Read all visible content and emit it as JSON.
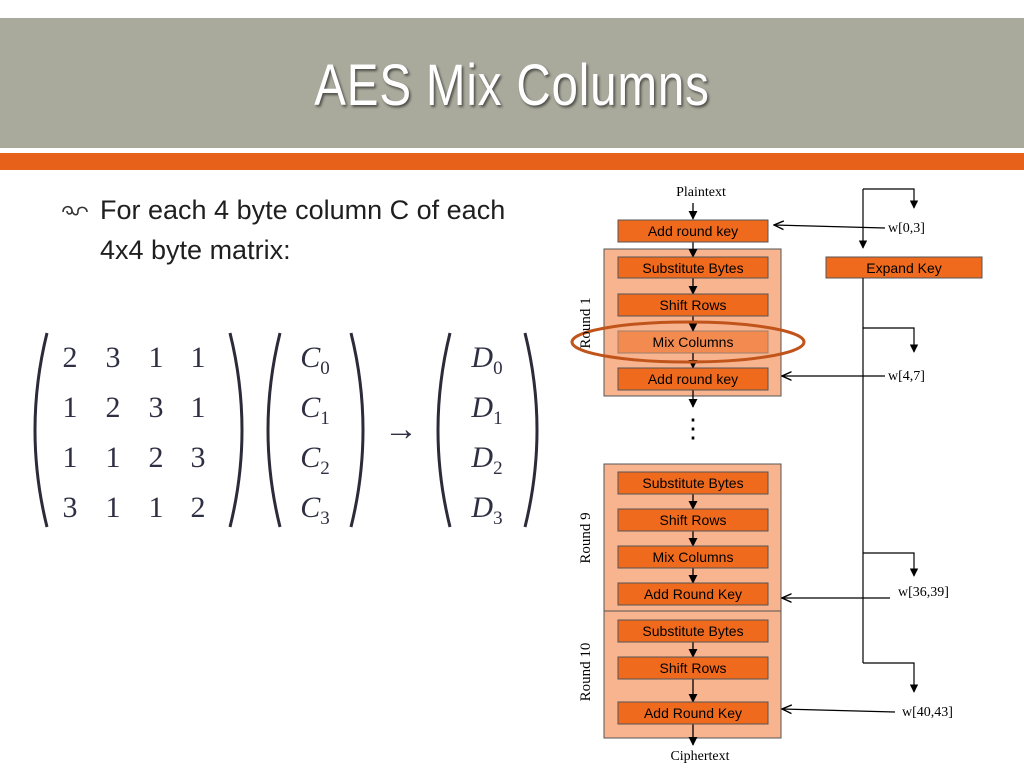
{
  "slide": {
    "title": "AES Mix Columns",
    "bullet": "For each 4 byte column C of each 4x4 byte matrix:"
  },
  "colors": {
    "title_bar": "#a9aa9c",
    "accent_stripe": "#e8611a",
    "round_box_fill": "#f7b48e",
    "step_box_fill": "#f06a1e",
    "highlight_ring": "#c1541a"
  },
  "matrix": {
    "rows": [
      [
        "2",
        "3",
        "1",
        "1"
      ],
      [
        "1",
        "2",
        "3",
        "1"
      ],
      [
        "1",
        "1",
        "2",
        "3"
      ],
      [
        "3",
        "1",
        "1",
        "2"
      ]
    ],
    "column_vector": [
      "C0",
      "C1",
      "C2",
      "C3"
    ],
    "result_vector": [
      "D0",
      "D1",
      "D2",
      "D3"
    ],
    "arrow": "→"
  },
  "diagram": {
    "plaintext": "Plaintext",
    "ciphertext": "Ciphertext",
    "initial_step": "Add round key",
    "expand_key": "Expand Key",
    "dots": "⋮",
    "round1": {
      "label": "Round 1",
      "steps": [
        "Substitute Bytes",
        "Shift Rows",
        "Mix Columns",
        "Add round key"
      ]
    },
    "round9": {
      "label": "Round 9",
      "steps": [
        "Substitute Bytes",
        "Shift Rows",
        "Mix Columns",
        "Add Round Key"
      ]
    },
    "round10": {
      "label": "Round 10",
      "steps": [
        "Substitute Bytes",
        "Shift Rows",
        "Add Round Key"
      ]
    },
    "keys": [
      "w[0,3]",
      "w[4,7]",
      "w[36,39]",
      "w[40,43]"
    ]
  }
}
